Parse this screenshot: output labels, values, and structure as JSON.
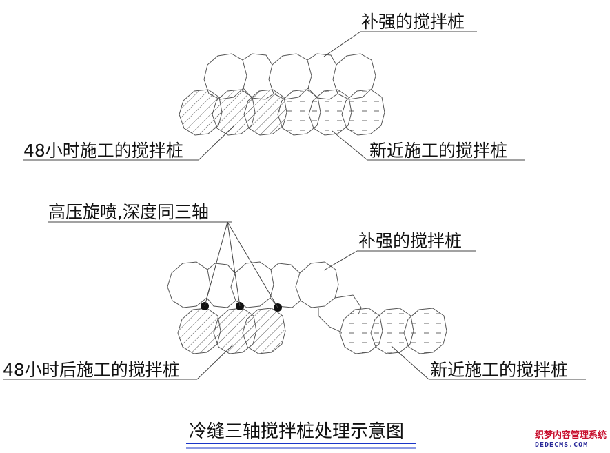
{
  "colors": {
    "ink": "#111111",
    "pile_stroke": "#555555",
    "title_underline": "#1a35c8",
    "watermark_red": "#c8102e",
    "watermark_blue": "#2a2a9a"
  },
  "top": {
    "label_reinforced": "补强的搅拌桩",
    "label_48h": "48小时施工的搅拌桩",
    "label_recent": "新近施工的搅拌桩"
  },
  "bottom": {
    "label_jet": "高压旋喷,深度同三轴",
    "label_reinforced": "补强的搅拌桩",
    "label_48h_after": "48小时后施工的搅拌桩",
    "label_recent": "新近施工的搅拌桩"
  },
  "title": "冷缝三轴搅拌桩处理示意图",
  "watermark": {
    "line1": "织梦内容管理系统",
    "line2": "DEDECMS.COM"
  }
}
